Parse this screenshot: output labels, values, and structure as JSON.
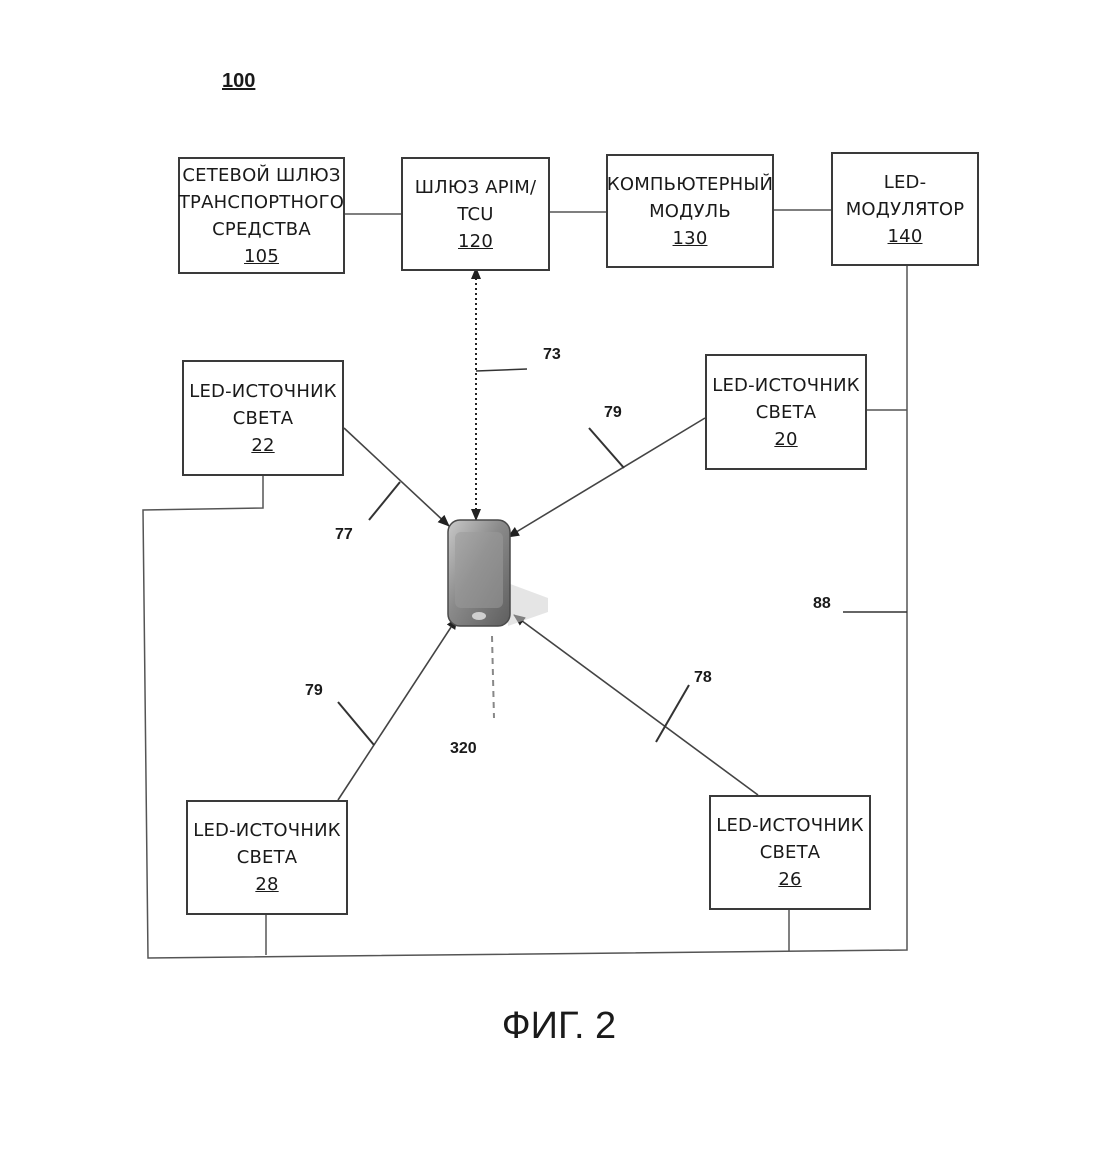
{
  "system_ref": "100",
  "figure_caption": "ФИГ. 2",
  "blocks": {
    "gateway105": {
      "lines": [
        "СЕТЕВОЙ ШЛЮЗ",
        "ТРАНСПОРТНОГО",
        "СРЕДСТВА"
      ],
      "ref": "105"
    },
    "apim120": {
      "lines": [
        "ШЛЮЗ APIM/",
        "TCU"
      ],
      "ref": "120"
    },
    "computer130": {
      "lines": [
        "КОМПЬЮТЕРНЫЙ",
        "МОДУЛЬ"
      ],
      "ref": "130"
    },
    "modulator140": {
      "lines": [
        "LED-",
        "МОДУЛЯТОР"
      ],
      "ref": "140"
    },
    "led22": {
      "lines": [
        "LED-ИСТОЧНИК",
        "СВЕТА"
      ],
      "ref": "22"
    },
    "led20": {
      "lines": [
        "LED-ИСТОЧНИК",
        "СВЕТА"
      ],
      "ref": "20"
    },
    "led28": {
      "lines": [
        "LED-ИСТОЧНИК",
        "СВЕТА"
      ],
      "ref": "28"
    },
    "led26": {
      "lines": [
        "LED-ИСТОЧНИК",
        "СВЕТА"
      ],
      "ref": "26"
    }
  },
  "callouts": {
    "l73": "73",
    "l79a": "79",
    "l77": "77",
    "l88": "88",
    "l79b": "79",
    "l78": "78",
    "l320": "320"
  }
}
